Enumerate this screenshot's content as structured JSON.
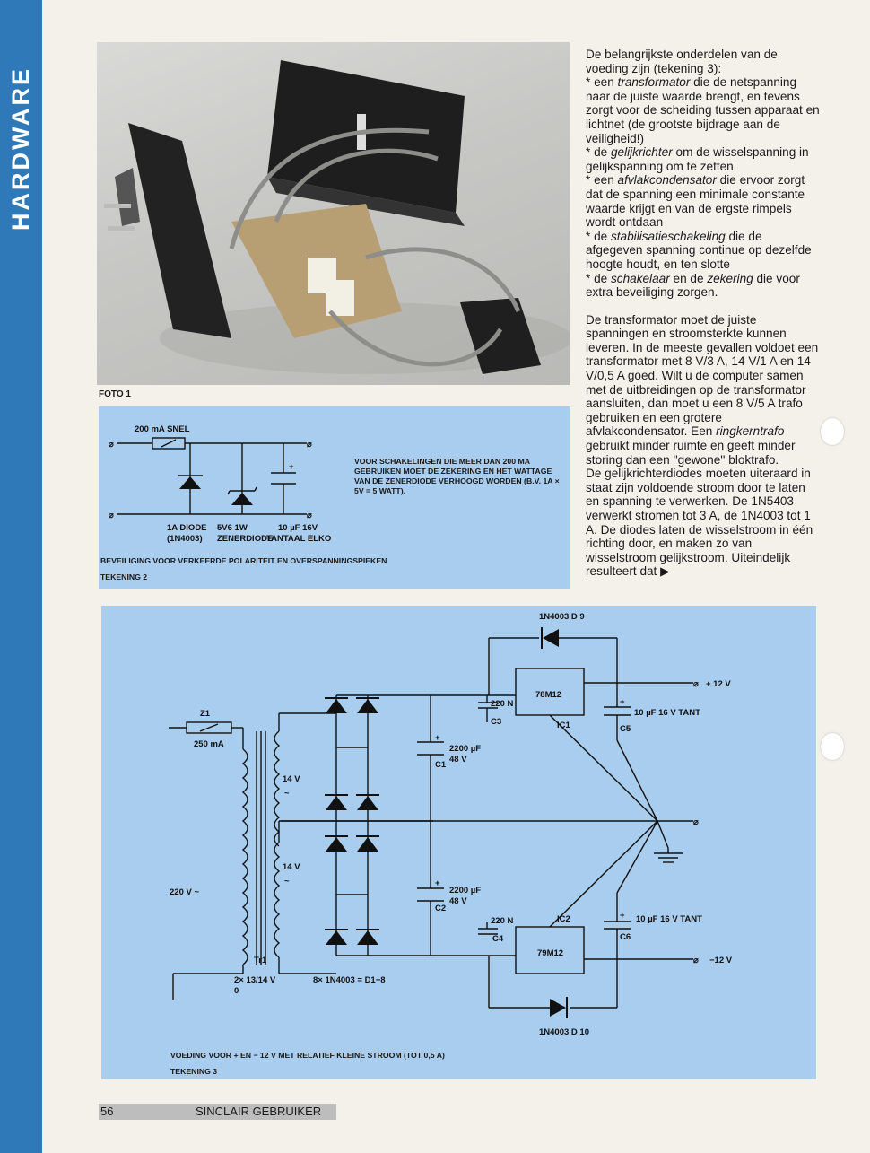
{
  "sidebar": {
    "section": "HARDWARE"
  },
  "photo": {
    "label": "FOTO 1"
  },
  "drawing2": {
    "fuse_label": "200 mA SNEL",
    "diode_label": "1A DIODE",
    "diode_type": "(1N4003)",
    "zener_label": "5V6 1W",
    "zener_type": "ZENERDIODE",
    "cap_label": "10 µF 16V",
    "cap_type": "TANTAAL ELKO",
    "plus": "+",
    "terminal": "⌀",
    "note": "VOOR SCHAKELINGEN DIE MEER DAN 200 mA GEBRUIKEN MOET DE ZEKERING EN HET WATTAGE VAN DE ZENERDIODE VERHOOGD WORDEN (B.V. 1A × 5V = 5 WATT).",
    "caption": "BEVEILIGING VOOR VERKEERDE POLARITEIT EN OVERSPANNINGSPIEKEN",
    "title": "TEKENING 2"
  },
  "drawing3": {
    "d9": "1N4003 D 9",
    "d10": "1N4003   D 10",
    "reg_pos": "78M12",
    "reg_neg": "79M12",
    "ic1": "IC1",
    "ic2": "IC2",
    "c3_val": "220 N",
    "c3": "C3",
    "c4_val": "220 N",
    "c4": "C4",
    "c1_val": "2200 µF",
    "c1_v": "48 V",
    "c1": "C1",
    "c2_val": "2200 µF",
    "c2_v": "48 V",
    "c2": "C2",
    "c5_val": "10 µF 16 V TANT",
    "c5": "C5",
    "c6_val": "10 µF 16 V TANT",
    "c6": "C6",
    "out_pos": "+ 12 V",
    "out_neg": "−12 V",
    "z1": "Z1",
    "z1_val": "250 mA",
    "sec1": "14 V",
    "sec2": "14 V",
    "ac": "~",
    "mains": "220 V ~",
    "tr1": "Tr1",
    "tr_spec": "2× 13/14 V",
    "tr_zero": "0",
    "diodes": "8× 1N4003 = D1−8",
    "plus": "+",
    "terminal": "⌀",
    "caption": "VOEDING VOOR + EN − 12 V MET RELATIEF KLEINE STROOM (TOT 0,5 A)",
    "title": "TEKENING 3"
  },
  "article": {
    "p1": {
      "intro": "De belangrijkste onderdelen van de voeding zijn (tekening 3):",
      "b1_pre": "een ",
      "b1_em": "transformator",
      "b1_post": " die de netspanning naar de juiste waarde brengt, en tevens zorgt voor de scheiding tussen apparaat en lichtnet (de grootste bijdrage aan de veiligheid!)",
      "b2_pre": "de ",
      "b2_em": "gelijkrichter",
      "b2_post": " om de wisselspanning in gelijkspanning om te zetten",
      "b3_pre": "een ",
      "b3_em": "afvlakcondensator",
      "b3_post": " die ervoor zorgt dat de spanning een minimale constante waarde krijgt en van de ergste rimpels wordt ontdaan",
      "b4_pre": "de ",
      "b4_em": "stabilisatieschakeling",
      "b4_post": " die de afgegeven spanning continue op dezelfde hoogte houdt, en ten slotte",
      "b5_pre": "de ",
      "b5_em": "schakelaar",
      "b5_mid": " en de ",
      "b5_em2": "zekering",
      "b5_post": " die voor extra beveiliging zorgen."
    },
    "p2_pre": "De transformator moet de juiste spanningen en stroomsterkte kunnen leveren. In de meeste gevallen voldoet een transformator met 8 V/3 A, 14 V/1 A en 14 V/0,5 A goed. Wilt u de computer samen met de uitbreidingen op de transformator aansluiten, dan moet u een 8 V/5 A trafo gebruiken en een grotere afvlakcondensator. Een ",
    "p2_em": "ringkerntrafo",
    "p2_post": " gebruikt minder ruimte en geeft minder storing dan een ''gewone'' bloktrafo.",
    "p3": "De gelijkrichterdiodes moeten uiteraard in staat zijn voldoende stroom door te laten en spanning te verwerken. De 1N5403 verwerkt stromen tot 3 A, de 1N4003 tot 1 A. De diodes laten de wisselstroom in één richting door, en maken zo van wisselstroom gelijkstroom. Uiteindelijk resulteert dat ▶"
  },
  "footer": {
    "page": "56",
    "magazine": "SINCLAIR GEBRUIKER"
  }
}
